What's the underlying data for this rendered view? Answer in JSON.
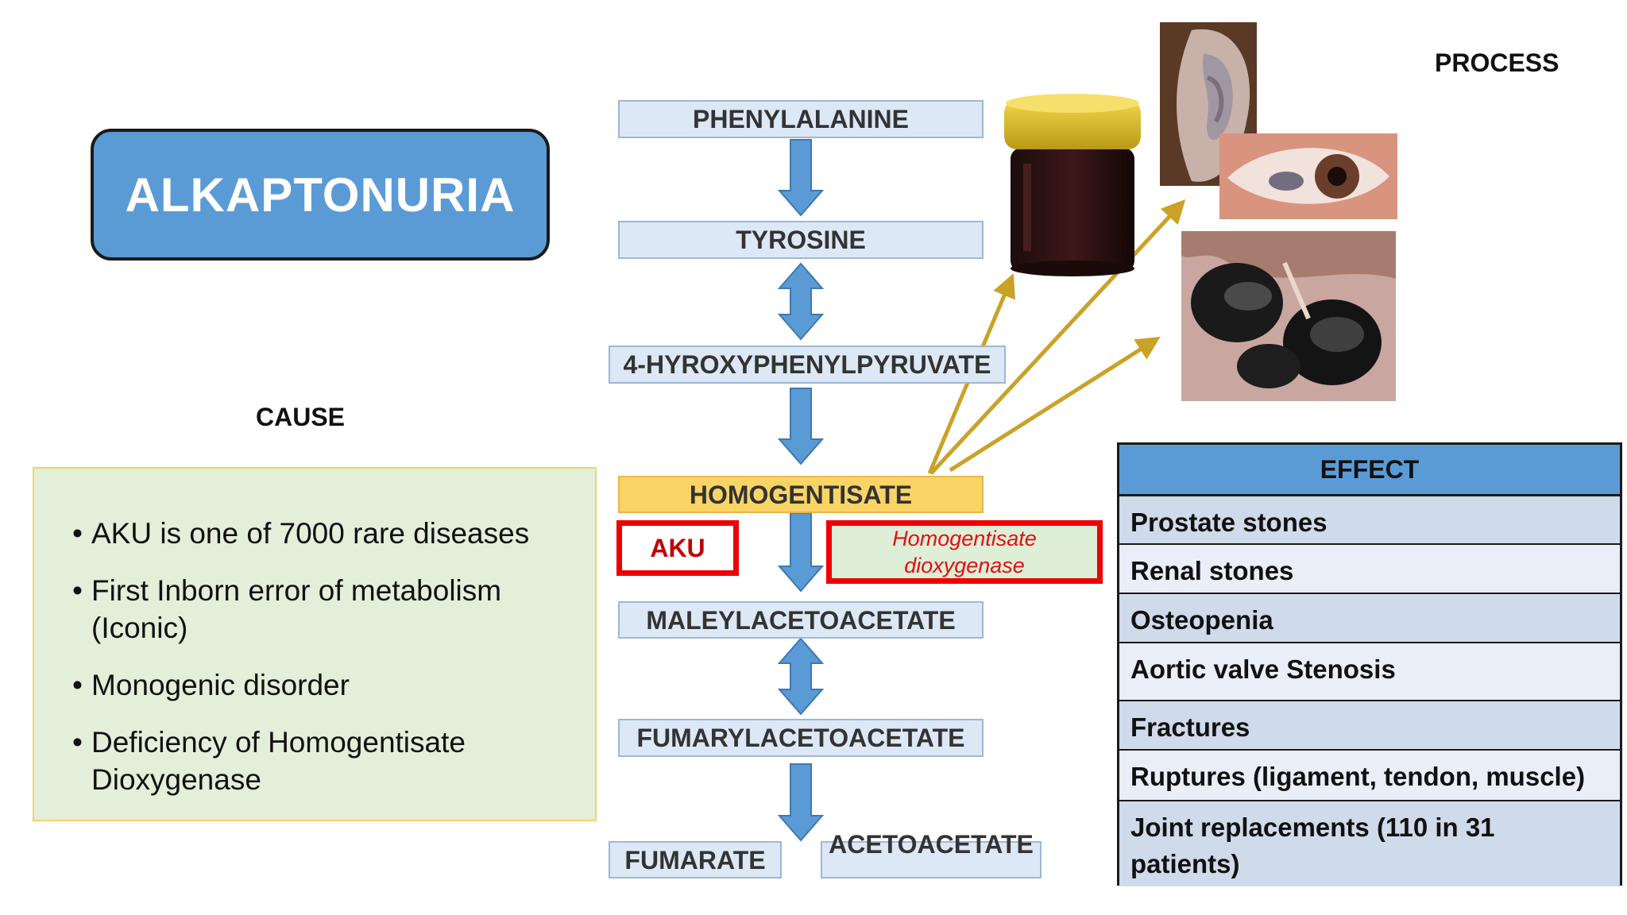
{
  "title": "ALKAPTONURIA",
  "labels": {
    "process": "PROCESS",
    "cause": "CAUSE"
  },
  "cause": {
    "items": [
      "AKU is one of 7000 rare diseases",
      "First Inborn error of metabolism (Iconic)",
      "Monogenic disorder",
      "Deficiency of Homogentisate Dioxygenase"
    ]
  },
  "pathway": {
    "phenylalanine": "PHENYLALANINE",
    "tyrosine": "TYROSINE",
    "hydroxyphenylpyruvate": "4-HYROXYPHENYLPYRUVATE",
    "homogentisate": "HOMOGENTISATE",
    "maleylacetoacetate": "MALEYLACETOACETATE",
    "fumarylacetoacetate": "FUMARYLACETOACETATE",
    "fumarate": "FUMARATE",
    "acetoacetate": "ACETOACETATE"
  },
  "block": {
    "aku": "AKU",
    "enzyme": "Homogentisate dioxygenase"
  },
  "effect": {
    "header": "EFFECT",
    "rows": [
      "Prostate stones",
      "Renal stones",
      "Osteopenia",
      "Aortic valve Stenosis",
      "Fractures",
      "Ruptures (ligament, tendon, muscle)",
      "Joint replacements (110 in 31 patients)"
    ]
  },
  "colors": {
    "title_bg": "#5b9bd5",
    "pathway_box": "#dde8f6",
    "homogentisate_box": "#fad465",
    "arrow_blue": "#5b9bd5",
    "arrow_gold": "#c9a227",
    "block_red": "#ee0000",
    "cause_bg": "#e3efd9"
  }
}
